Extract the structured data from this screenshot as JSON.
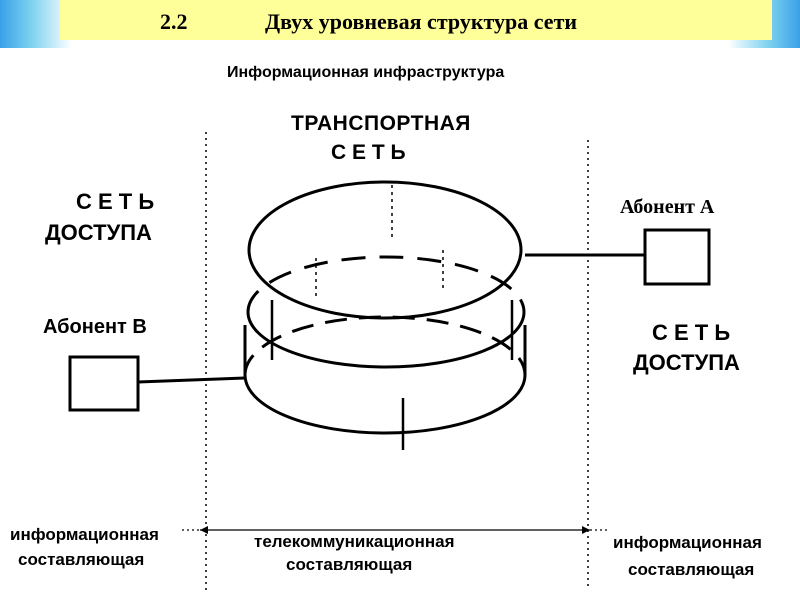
{
  "header": {
    "number": "2.2",
    "title": "Двух уровневая  структура сети"
  },
  "diagram": {
    "info_infrastructure": "Информационная   инфраструктура",
    "transport_network_line1": "ТРАНСПОРТНАЯ",
    "transport_network_line2": "С Е Т Ь",
    "access_left_line1": "С Е Т Ь",
    "access_left_line2": "ДОСТУПА",
    "subscriber_b": "Абонент В",
    "subscriber_a": "Абонент  А",
    "access_right_line1": "С Е Т Ь",
    "access_right_line2": "ДОСТУПА"
  },
  "footer": {
    "left_line1": "информационная",
    "left_line2": "составляющая",
    "center_line1": "телекоммуникационная",
    "center_line2": "составляющая",
    "right_line1": "информационная",
    "right_line2": "составляющая"
  }
}
